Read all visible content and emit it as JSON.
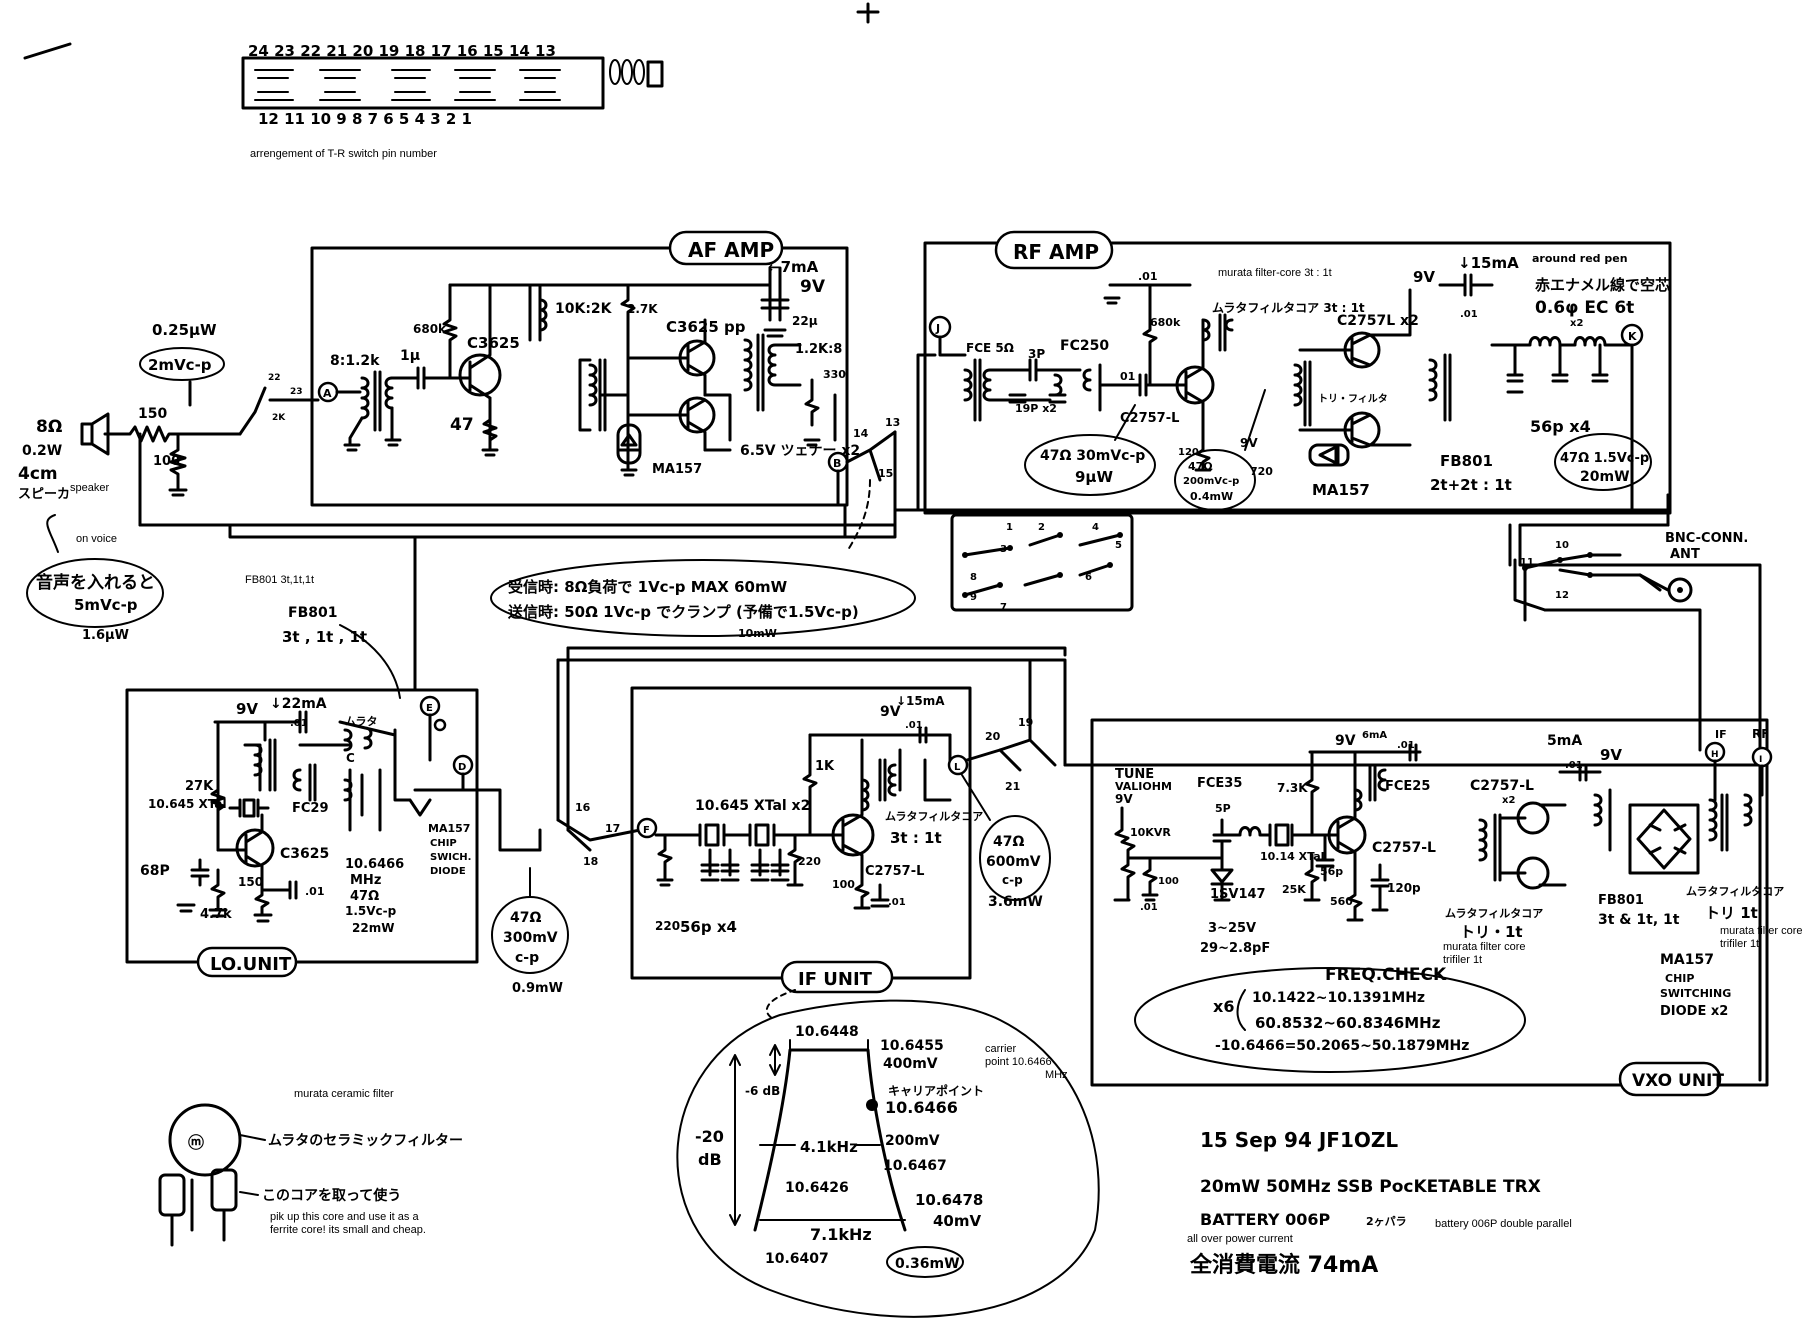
{
  "switch": {
    "top_pins": "24 23 22 21 20 19 18 17 16 15 14 13",
    "bottom_pins": "12 11 10 9 8 7 6 5 4 3 2 1",
    "note": "arrengement of T-R switch pin number"
  },
  "units": {
    "af": "AF AMP",
    "rf": "RF AMP",
    "lo": "LO.UNIT",
    "if": "IF UNIT",
    "vxo": "VXO UNIT"
  },
  "af_amp": {
    "current": "←7mA",
    "voltage": "9V",
    "xfmr_in": "8:1.2k",
    "cap_1u": "1μ",
    "r680k": "680k",
    "q1": "C3625",
    "q1_hfe": "47",
    "xfmr_mid": "10K:2K",
    "r27k": "2.7K",
    "q2": "C3625 pp",
    "cap22u": "22μ",
    "xfmr_out": "1.2K:8",
    "r330": "330",
    "diode": "MA157",
    "zener": "6.5V ツェナー x2",
    "tag_a": "A",
    "tag_b": "B",
    "pin14": "14",
    "pin13": "13",
    "pin15": "15",
    "pin22": "22",
    "pin23": "23",
    "vol_2k": "2K"
  },
  "speaker": {
    "power_label": "0.25μW",
    "bubble": "2mVc-p",
    "r150": "150",
    "r100": "100",
    "spec1": "8Ω",
    "spec2": "0.2W",
    "spec3": "4cm",
    "spec4": "スピーカ",
    "speaker_note": "speaker",
    "voice_note": "on voice",
    "voice_bubble1": "音声を入れると",
    "voice_bubble2": "5mVc-p",
    "voice_power": "1.6μW"
  },
  "rx_tx_note": {
    "line1": "受信時: 8Ω負荷で 1Vc-p MAX 60mW",
    "line2": "送信時: 50Ω 1Vc-p でクランプ (予備で1.5Vc-p)",
    "line3": "10mW"
  },
  "rf_amp": {
    "tag_j": "J",
    "tag_k": "K",
    "fce": "FCE 5Ω",
    "c3p": "3P",
    "c19p": "19P x2",
    "fc250": "FC250",
    "c01a": "01",
    "c01b": ".01",
    "r680k": "680k",
    "q_in": "C2757-L",
    "bubble_in1": "47Ω 30mVc-p",
    "bubble_in2": "9μW",
    "murata_note": "murata filter-core 3t : 1t",
    "murata_jp": "ムラタフィルタコア 3t : 1t",
    "q_pp": "C2757L x2",
    "voltage": "9V",
    "current": "↓15mA",
    "c01c": ".01",
    "red_note": "around red pen",
    "red_jp": "赤エナメル線で空芯",
    "coil": "0.6φ EC 6t",
    "coil_x2": "x2",
    "c56p": "56p x4",
    "bubble_out1": "47Ω 1.5Vc-p",
    "bubble_out2": "20mW",
    "fb801": "FB801",
    "fb_turns": "2t+2t : 1t",
    "diode": "MA157",
    "r120": "120",
    "r720": "720",
    "bubble_mid1": "47Ω",
    "bubble_mid2": "200mVc-p",
    "bubble_mid3": "0.4mW",
    "trifilar": "トリ・フィルタ",
    "v9": "9V"
  },
  "switch_block": {
    "p1": "1",
    "p2": "2",
    "p3": "3",
    "p4": "4",
    "p5": "5",
    "p6": "6",
    "p7": "7",
    "p8": "8",
    "p9": "9",
    "p10": "10",
    "p11": "11",
    "p12": "12",
    "bnc": "BNC-CONN.",
    "ant": "ANT"
  },
  "lo_unit": {
    "fb_note": "FB801 3t,1t,1t",
    "fb_jp": "FB801",
    "fb_turns": "3t , 1t , 1t",
    "voltage": "9V",
    "current": "↓22mA",
    "c01": ".01",
    "murata": "ムラタ",
    "r27k": "27K",
    "xtal": "10.645 XTal",
    "q": "C3625",
    "fc29": "FC29",
    "c68p": "68P",
    "r47k": "4.7k",
    "r150": "150",
    "c01b": ".01",
    "out1": "10.6466",
    "out2": "MHz",
    "out3": "47Ω",
    "out4": "1.5Vc-p",
    "out5": "22mW",
    "diode1": "MA157",
    "diode2": "CHIP",
    "diode3": "SWICH.",
    "diode4": "DIODE",
    "tag_e": "E",
    "tag_d": "D",
    "tag_c": "C"
  },
  "lo_out": {
    "b1": "47Ω",
    "b2": "300mV",
    "b3": "c-p",
    "power": "0.9mW"
  },
  "if_unit": {
    "voltage": "9V",
    "current": "↓15mA",
    "c01": ".01",
    "pin16": "16",
    "pin17": "17",
    "pin18": "18",
    "pin19": "19",
    "pin20": "20",
    "pin21": "21",
    "tag_f": "F",
    "tag_l": "L",
    "filter": "10.645 XTal x2",
    "r1k": "1K",
    "murata": "ムラタフィルタコア",
    "turns": "3t : 1t",
    "q": "C2757-L",
    "r220": "220",
    "c56p": "56p x4",
    "r100": "100",
    "c01b": ".01",
    "r220b": "220",
    "bubble1": "47Ω",
    "bubble2": "600mV",
    "bubble3": "c-p",
    "bubble4": "3.6mW"
  },
  "vxo_unit": {
    "tune": "TUNE",
    "vol": "VALIOHM",
    "v9": "9V",
    "fce35": "FCE35",
    "r7k": "7.3K",
    "v9b": "9V",
    "current": "6mA",
    "c01": ".01",
    "fce25": "FCE25",
    "q2": "C2757-L",
    "q2x": "x2",
    "current2": "5mA",
    "v9c": "9V",
    "c01b": ".01",
    "r10k": "10KVR",
    "c5p": "5P",
    "xtal": "10.14 XTal",
    "diode": "1SV147",
    "range1": "3~25V",
    "range2": "29~2.8pF",
    "r25k": "25K",
    "r560": "560",
    "c56p": "56p",
    "c120p": "120p",
    "q1": "C2757-L",
    "murata": "ムラタフィルタコア",
    "tri": "トリ・1t",
    "murata_note": "murata filter core",
    "tri_note": "trifiler 1t",
    "fb801": "FB801",
    "fb_turns": "3t & 1t, 1t",
    "murata2": "ムラタフィルタコア",
    "tri2": "トリ 1t",
    "murata_note2": "murata filter core",
    "tri_note2": "trifiler 1t",
    "ma157": "MA157",
    "chip": "CHIP",
    "sw": "SWITCHING",
    "diode_x2": "DIODE x2",
    "tag_h": "H",
    "tag_i": "I",
    "lab_if": "IF",
    "lab_rf": "RF",
    "c01c": ".01",
    "r100": "100",
    "freq_title": "FREQ.CHECK",
    "x6": "x6",
    "f1": "10.1422~10.1391MHz",
    "f2": "60.8532~60.8346MHz",
    "f3": "-10.6466=50.2065~50.1879MHz"
  },
  "filter_chart": {
    "f_top_left": "10.6448",
    "f_top_right": "10.6455",
    "lv_top": "400mV",
    "carrier_note1": "carrier",
    "carrier_note2": "point 10.6466",
    "carrier_note3": "MHz",
    "carrier_jp": "キャリアポイント",
    "carrier_f": "10.6466",
    "lv_200": "200mV",
    "bw6": "4.1kHz",
    "f_6r": "10.6467",
    "f_6l": "10.6426",
    "f_20r": "10.6478",
    "lv_40": "40mV",
    "bw20": "7.1kHz",
    "f_20l": "10.6407",
    "db6": "-6 dB",
    "db20a": "-20",
    "db20b": "dB",
    "lv_bottom": "0.36mW"
  },
  "ceramic": {
    "note": "murata ceramic filter",
    "jp": "ムラタのセラミックフィルター",
    "jp2": "このコアを取って使う",
    "en1": "pik up this core and use it as a",
    "en2": "ferrite core! its small and cheap."
  },
  "title_block": {
    "date": "15 Sep 94   JF1OZL",
    "title": "20mW 50MHz SSB PocKETABLE TRX",
    "battery": "BATTERY 006P",
    "battery_jp": "2ヶパラ",
    "battery_note": "battery 006P double parallel",
    "current_note": "all over power current",
    "current_jp": "全消費電流  74mA"
  }
}
